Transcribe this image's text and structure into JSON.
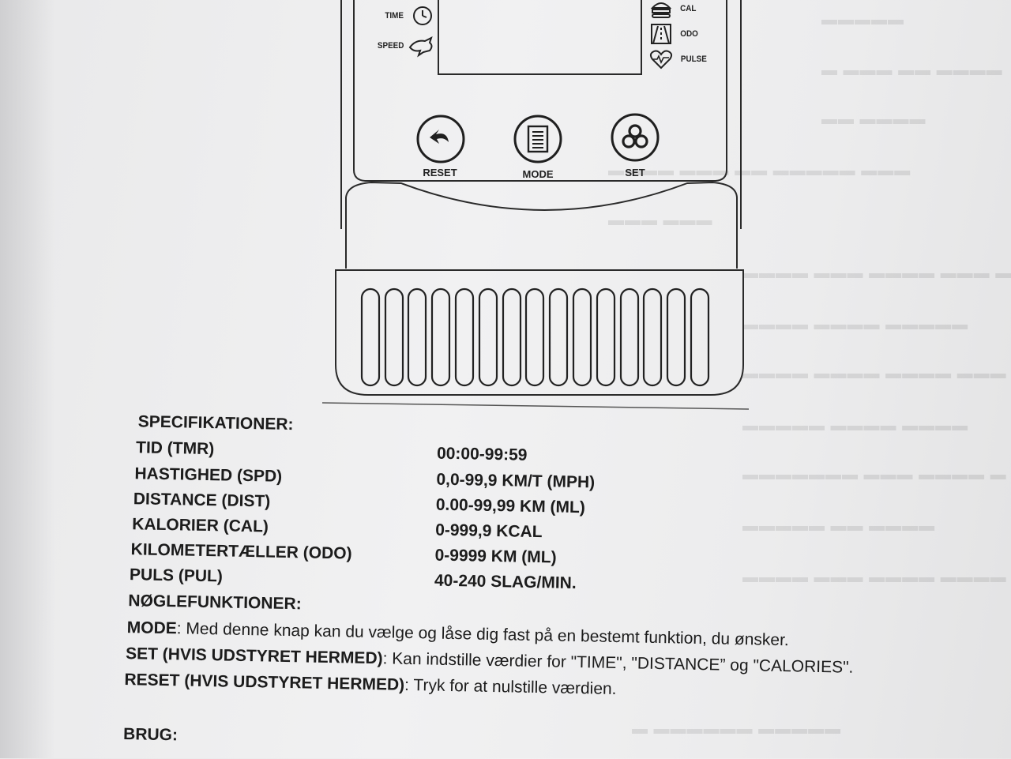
{
  "device": {
    "labels": {
      "time": "TIME",
      "speed": "SPEED",
      "cal": "CAL",
      "odo": "ODO",
      "pulse": "PULSE"
    },
    "buttons": {
      "reset": "RESET",
      "mode": "MODE",
      "set": "SET"
    }
  },
  "specs": {
    "heading": "SPECIFIKATIONER:",
    "rows": [
      {
        "label": "TID (TMR)",
        "value": "00:00-99:59"
      },
      {
        "label": "HASTIGHED (SPD)",
        "value": "0,0-99,9 KM/T (MPH)"
      },
      {
        "label": "DISTANCE (DIST)",
        "value": "0.00-99,99 KM (ML)"
      },
      {
        "label": "KALORIER (CAL)",
        "value": "0-999,9 KCAL"
      },
      {
        "label": "KILOMETERTÆLLER (ODO)",
        "value": "0-9999 KM (ML)"
      },
      {
        "label": "PULS (PUL)",
        "value": "40-240 SLAG/MIN."
      }
    ]
  },
  "functions": {
    "heading": "NØGLEFUNKTIONER:",
    "items": [
      {
        "key": "MODE",
        "text": ": Med denne knap kan du vælge og låse dig fast på en bestemt funktion, du ønsker."
      },
      {
        "key": "SET (HVIS UDSTYRET HERMED)",
        "text": ": Kan indstille værdier for \"TIME\", \"DISTANCE” og \"CALORIES\"."
      },
      {
        "key": "RESET (HVIS UDSTYRET HERMED)",
        "text": ": Tryk for at nulstille værdien."
      }
    ]
  },
  "usage": {
    "heading": "BRUG:"
  }
}
